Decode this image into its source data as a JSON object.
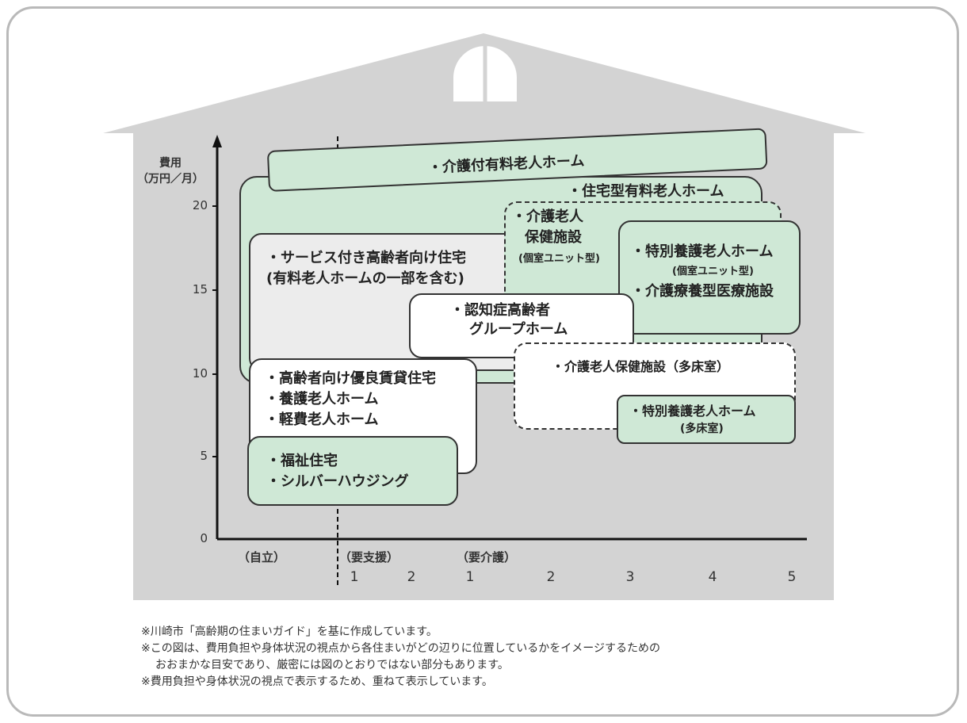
{
  "yaxis": {
    "title_line1": "費用",
    "title_line2": "（万円／月）",
    "ticks": [
      "20",
      "15",
      "10",
      "5",
      "0"
    ]
  },
  "xaxis": {
    "cat_independent": "（自立）",
    "cat_support": "（要支援）",
    "cat_care": "（要介護）",
    "support_levels": [
      "1",
      "2"
    ],
    "care_levels": [
      "1",
      "2",
      "3",
      "4",
      "5"
    ]
  },
  "boxes": {
    "kaigotsuki": "・介護付有料老人ホーム",
    "jutakugata": "・住宅型有料老人ホーム",
    "rouken_unit_1": "・介護老人",
    "rouken_unit_2": "保健施設",
    "rouken_unit_3": "(個室ユニット型)",
    "tokuyou_unit_1": "・特別養護老人ホーム",
    "tokuyou_unit_2": "(個室ユニット型)",
    "tokuyou_unit_3": "・介護療養型医療施設",
    "sakoju_1": "・サービス付き高齢者向け住宅",
    "sakoju_2": "(有料老人ホームの一部を含む)",
    "group_1": "・認知症高齢者",
    "group_2": "グループホーム",
    "rouken_tashou": "・介護老人保健施設（多床室）",
    "tokuyou_tashou_1": "・特別養護老人ホーム",
    "tokuyou_tashou_2": "(多床室)",
    "yuuryou_1": "・高齢者向け優良賃貸住宅",
    "yuuryou_2": "・養護老人ホーム",
    "yuuryou_3": "・軽費老人ホーム",
    "fukushi_1": "・福祉住宅",
    "fukushi_2": "・シルバーハウジング"
  },
  "notes": {
    "line1": "※川崎市「高齢期の住まいガイド」を基に作成しています。",
    "line2": "※この図は、費用負担や身体状況の視点から各住まいがどの辺りに位置しているかをイメージするための",
    "line3": "おおまかな目安であり、厳密には図のとおりではない部分もあります。",
    "line4": "※費用負担や身体状況の視点で表示するため、重ねて表示しています。"
  },
  "colors": {
    "house": "#d3d3d3",
    "green_box": "#cfe8d6",
    "frame": "#b9b9b9"
  }
}
